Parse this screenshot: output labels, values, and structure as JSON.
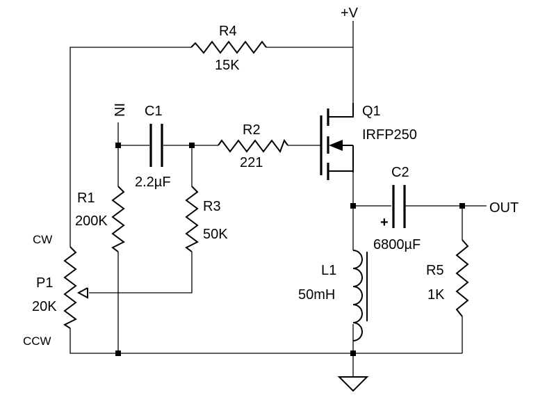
{
  "supply_label": "+V",
  "input_label": "IN",
  "output_label": "OUT",
  "polarity_mark": "+",
  "components": {
    "R4": {
      "ref": "R4",
      "value": "15K"
    },
    "C1": {
      "ref": "C1",
      "value": "2.2µF"
    },
    "R2": {
      "ref": "R2",
      "value": "221"
    },
    "Q1": {
      "ref": "Q1",
      "value": "IRFP250"
    },
    "C2": {
      "ref": "C2",
      "value": "6800µF"
    },
    "R1": {
      "ref": "R1",
      "value": "200K"
    },
    "R3": {
      "ref": "R3",
      "value": "50K"
    },
    "L1": {
      "ref": "L1",
      "value": "50mH"
    },
    "R5": {
      "ref": "R5",
      "value": "1K"
    },
    "P1": {
      "ref": "P1",
      "value": "20K",
      "cw": "CW",
      "ccw": "CCW"
    }
  }
}
